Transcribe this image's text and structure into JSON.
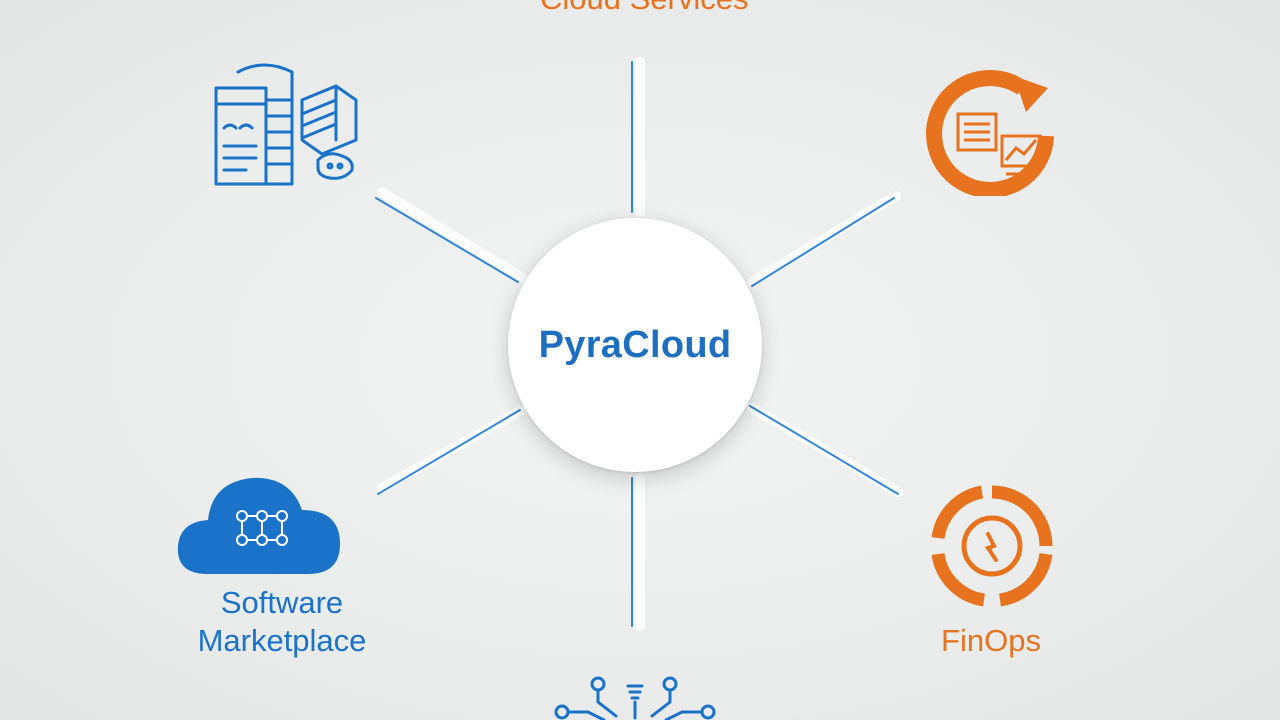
{
  "hub": {
    "label": "PyraCloud"
  },
  "nodes": {
    "top": {
      "label": "Cloud Services",
      "icon": "cloud-services-icon",
      "color": "#e8731f"
    },
    "top_left": {
      "label": "",
      "icon": "data-center-servers-icon",
      "color": "#1a73c8"
    },
    "top_right": {
      "label": "",
      "icon": "cycle-report-icon",
      "color": "#e8731f"
    },
    "bottom_left": {
      "label": "Software Marketplace",
      "label_lines": [
        "Software",
        "Marketplace"
      ],
      "icon": "cloud-network-icon",
      "color": "#1a73c8"
    },
    "bottom_right": {
      "label": "FinOps",
      "icon": "finops-target-icon",
      "color": "#e8731f"
    },
    "bottom": {
      "label": "",
      "icon": "network-circuit-icon",
      "color": "#1a73c8"
    }
  },
  "colors": {
    "spoke": "#2f86d6",
    "background": "#ecedee",
    "hub_text": "#1f6fc0"
  }
}
